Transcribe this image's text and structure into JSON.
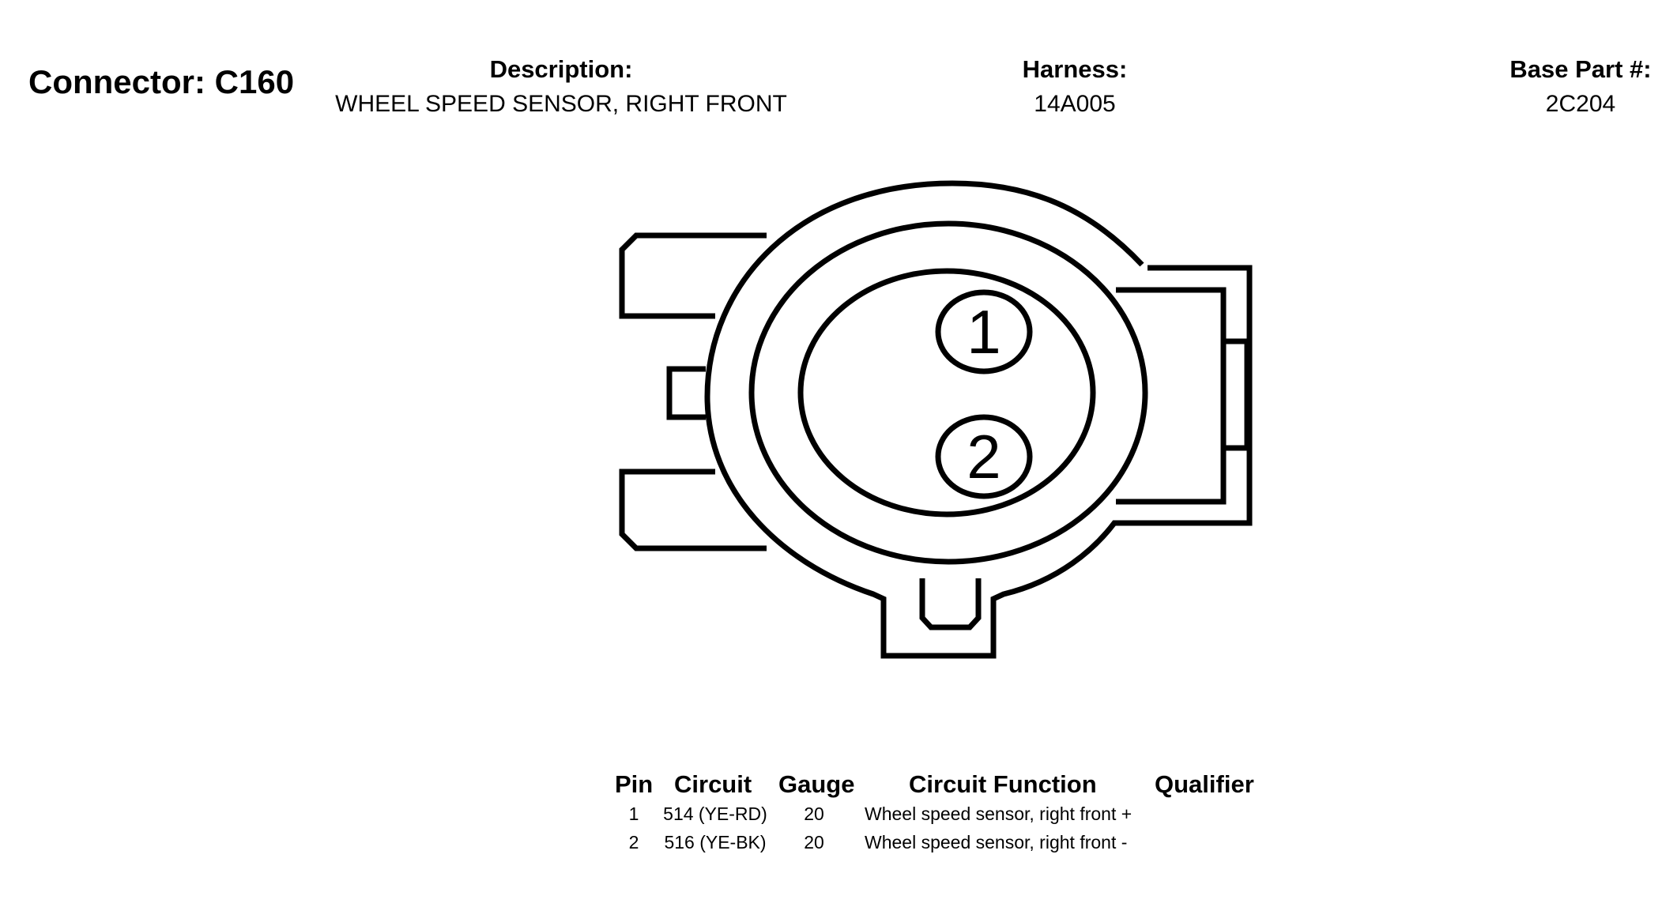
{
  "header": {
    "connector_title": "Connector: C160",
    "description_label": "Description:",
    "description_value": "WHEEL SPEED SENSOR, RIGHT FRONT",
    "harness_label": "Harness:",
    "harness_value": "14A005",
    "base_part_label": "Base Part #:",
    "base_part_value": "2C204"
  },
  "diagram": {
    "pin_labels": [
      "1",
      "2"
    ],
    "stroke_color": "#000000"
  },
  "pin_table": {
    "headers": {
      "pin": "Pin",
      "circuit": "Circuit",
      "gauge": "Gauge",
      "function": "Circuit Function",
      "qualifier": "Qualifier"
    },
    "rows": [
      {
        "pin": "1",
        "circuit": "514 (YE-RD)",
        "gauge": "20",
        "function": "Wheel speed sensor, right front +",
        "qualifier": ""
      },
      {
        "pin": "2",
        "circuit": "516 (YE-BK)",
        "gauge": "20",
        "function": "Wheel speed sensor, right front -",
        "qualifier": ""
      }
    ]
  }
}
